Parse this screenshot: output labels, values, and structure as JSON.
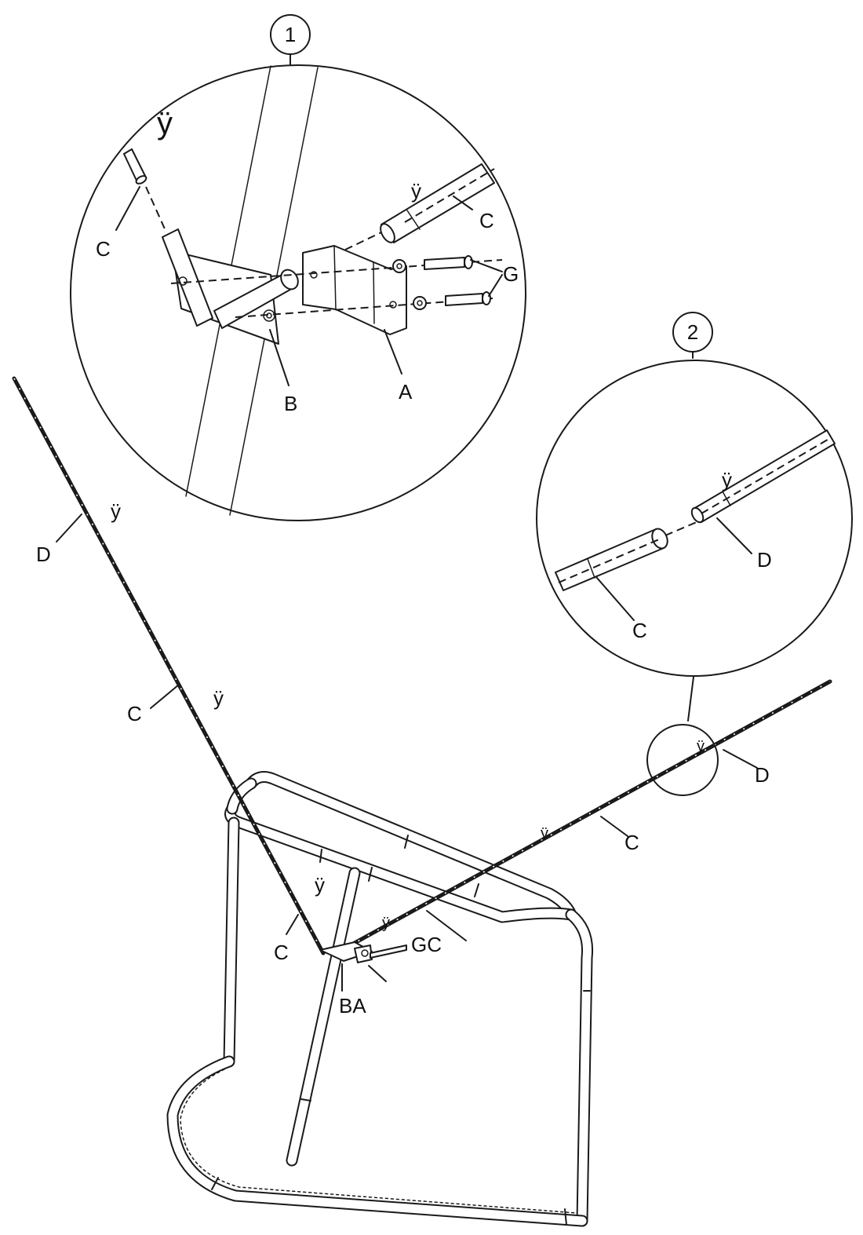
{
  "steps": [
    {
      "number": "1"
    },
    {
      "number": "2"
    }
  ],
  "detail1": {
    "mark_top": "ÿ",
    "mark_c": "ÿ",
    "label_c_left": "C",
    "label_c_right": "C",
    "label_g": "G",
    "label_b": "B",
    "label_a": "A"
  },
  "detail2": {
    "mark": "ÿ",
    "label_d": "D",
    "label_c": "C"
  },
  "main": {
    "label_d_left": "D",
    "mark_d_left": "ÿ",
    "label_c_left": "C",
    "mark_c_left": "ÿ",
    "mark_center": "ÿ",
    "label_c_center": "C",
    "mark_right_small": "ÿ",
    "label_gc": "GC",
    "label_ba": "BA",
    "mark_right_pole": "ÿ",
    "label_c_right": "C",
    "mark_zoom": "ÿ",
    "label_d_right": "D"
  }
}
